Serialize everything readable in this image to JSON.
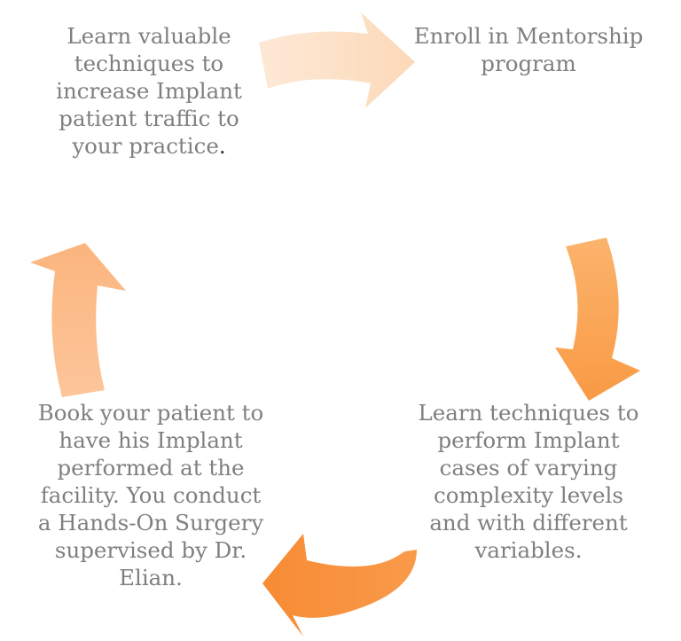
{
  "diagram": {
    "type": "cycle",
    "steps": [
      {
        "id": "step-1",
        "lines": [
          "Learn valuable",
          "techniques to",
          "increase Implant",
          "patient traffic to",
          "your practice"
        ],
        "trailing_punct": "."
      },
      {
        "id": "step-2",
        "lines": [
          "Enroll in Mentorship",
          "program"
        ]
      },
      {
        "id": "step-3",
        "lines": [
          "Learn techniques to",
          "perform Implant",
          "cases of varying",
          "complexity levels",
          "and with different",
          "variables."
        ]
      },
      {
        "id": "step-4",
        "lines": [
          "Book your patient to",
          "have his Implant",
          "performed at the",
          "facility. You conduct",
          "a Hands-On Surgery",
          "supervised by Dr.",
          "Elian."
        ]
      }
    ],
    "arrows": [
      {
        "id": "arrow-step1-to-step2",
        "from": "step-1",
        "to": "step-2",
        "color": "#fde2c8"
      },
      {
        "id": "arrow-step2-to-step3",
        "from": "step-2",
        "to": "step-3",
        "color": "#f9a34e"
      },
      {
        "id": "arrow-step3-to-step4",
        "from": "step-3",
        "to": "step-4",
        "color": "#f8923a"
      },
      {
        "id": "arrow-step4-to-step1",
        "from": "step-4",
        "to": "step-1",
        "color": "#fbbe8a"
      }
    ],
    "colors": {
      "text": "#7f7f7f",
      "punct": "#2b2b2b"
    }
  }
}
